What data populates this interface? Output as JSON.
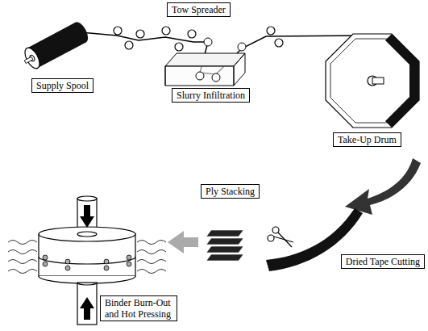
{
  "diagram": {
    "nodes": [
      {
        "text": [
          "Tow Spreader"
        ]
      },
      {
        "text": [
          "Supply Spool"
        ]
      },
      {
        "text": [
          "Slurry Infiltration"
        ]
      },
      {
        "text": [
          "Take-Up Drum"
        ]
      },
      {
        "text": [
          "Ply Stacking"
        ]
      },
      {
        "text": [
          "Dried Tape Cutting"
        ]
      },
      {
        "text": [
          "Binder Burn-Out and Hot Pressing"
        ]
      }
    ]
  }
}
